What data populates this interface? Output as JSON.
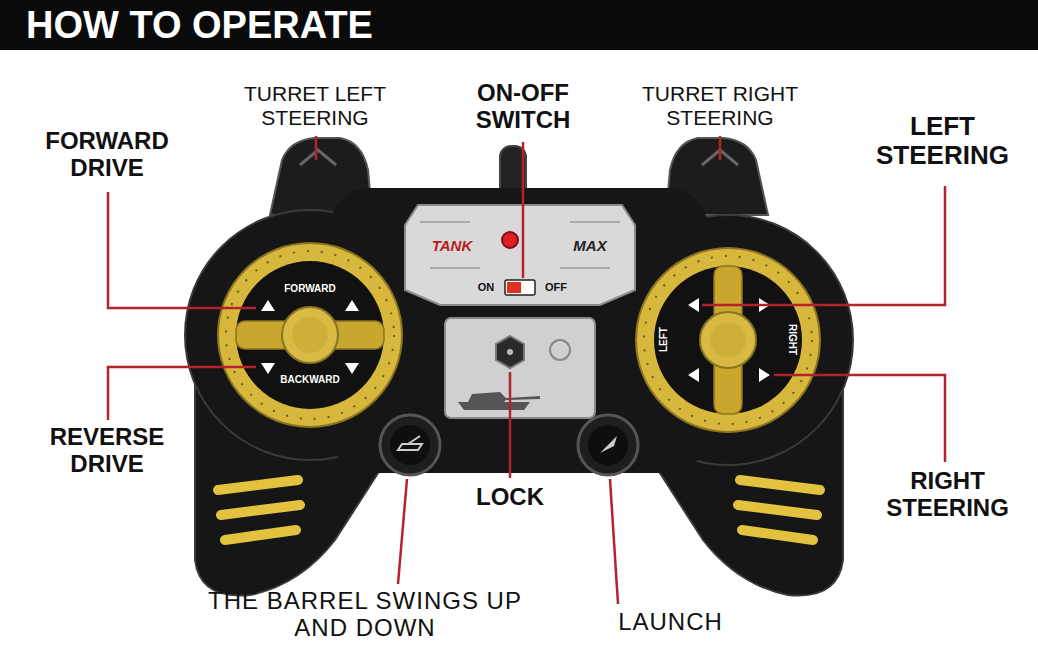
{
  "diagram": {
    "title": "HOW TO OPERATE",
    "labels": [
      "TURRET LEFT STEERING",
      "ON-OFF SWITCH",
      "TURRET RIGHT STEERING",
      "FORWARD DRIVE",
      "LEFT STEERING",
      "TANK",
      "MAX",
      "ON",
      "OFF",
      "FORWARD",
      "LEFT",
      "RIGHT",
      "BACKWARD",
      "REVERSE DRIVE",
      "RIGHT STEERING",
      "LOCK",
      "THE BARREL SWINGS UP AND DOWN",
      "LAUNCH"
    ]
  }
}
